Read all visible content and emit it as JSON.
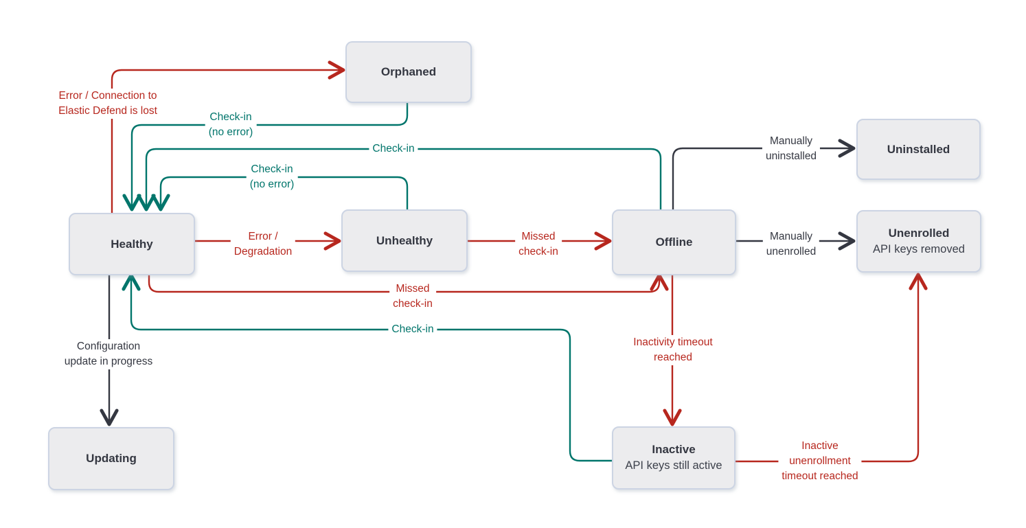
{
  "colors": {
    "red": "#b7271e",
    "teal": "#00756b",
    "dark": "#343741",
    "node_fill": "#ececee",
    "node_border": "#ccd4e3",
    "background": "#ffffff"
  },
  "nodes": {
    "orphaned": {
      "title": "Orphaned"
    },
    "uninstalled": {
      "title": "Uninstalled"
    },
    "healthy": {
      "title": "Healthy"
    },
    "unhealthy": {
      "title": "Unhealthy"
    },
    "offline": {
      "title": "Offline"
    },
    "unenrolled": {
      "title": "Unenrolled",
      "subtitle": "API keys removed"
    },
    "updating": {
      "title": "Updating"
    },
    "inactive": {
      "title": "Inactive",
      "subtitle": "API keys still active"
    }
  },
  "edges": {
    "healthy_to_orphaned": {
      "label": "Error / Connection to\nElastic Defend is lost",
      "color": "red"
    },
    "orphaned_to_healthy": {
      "label": "Check-in\n(no error)",
      "color": "teal"
    },
    "offline_to_healthy": {
      "label": "Check-in",
      "color": "teal"
    },
    "unhealthy_to_healthy": {
      "label": "Check-in\n(no error)",
      "color": "teal"
    },
    "healthy_to_unhealthy": {
      "label": "Error /\nDegradation",
      "color": "red"
    },
    "unhealthy_to_offline": {
      "label": "Missed\ncheck-in",
      "color": "red"
    },
    "offline_to_uninstalled": {
      "label": "Manually\nuninstalled",
      "color": "dark"
    },
    "offline_to_unenrolled": {
      "label": "Manually\nunenrolled",
      "color": "dark"
    },
    "healthy_to_offline_bottom": {
      "label": "Missed\ncheck-in",
      "color": "red"
    },
    "inactive_to_healthy": {
      "label": "Check-in",
      "color": "teal"
    },
    "healthy_to_updating": {
      "label": "Configuration\nupdate in progress",
      "color": "dark"
    },
    "offline_to_inactive": {
      "label": "Inactivity timeout\nreached",
      "color": "red"
    },
    "inactive_to_unenrolled": {
      "label": "Inactive\nunenrollment\ntimeout reached",
      "color": "red"
    }
  }
}
